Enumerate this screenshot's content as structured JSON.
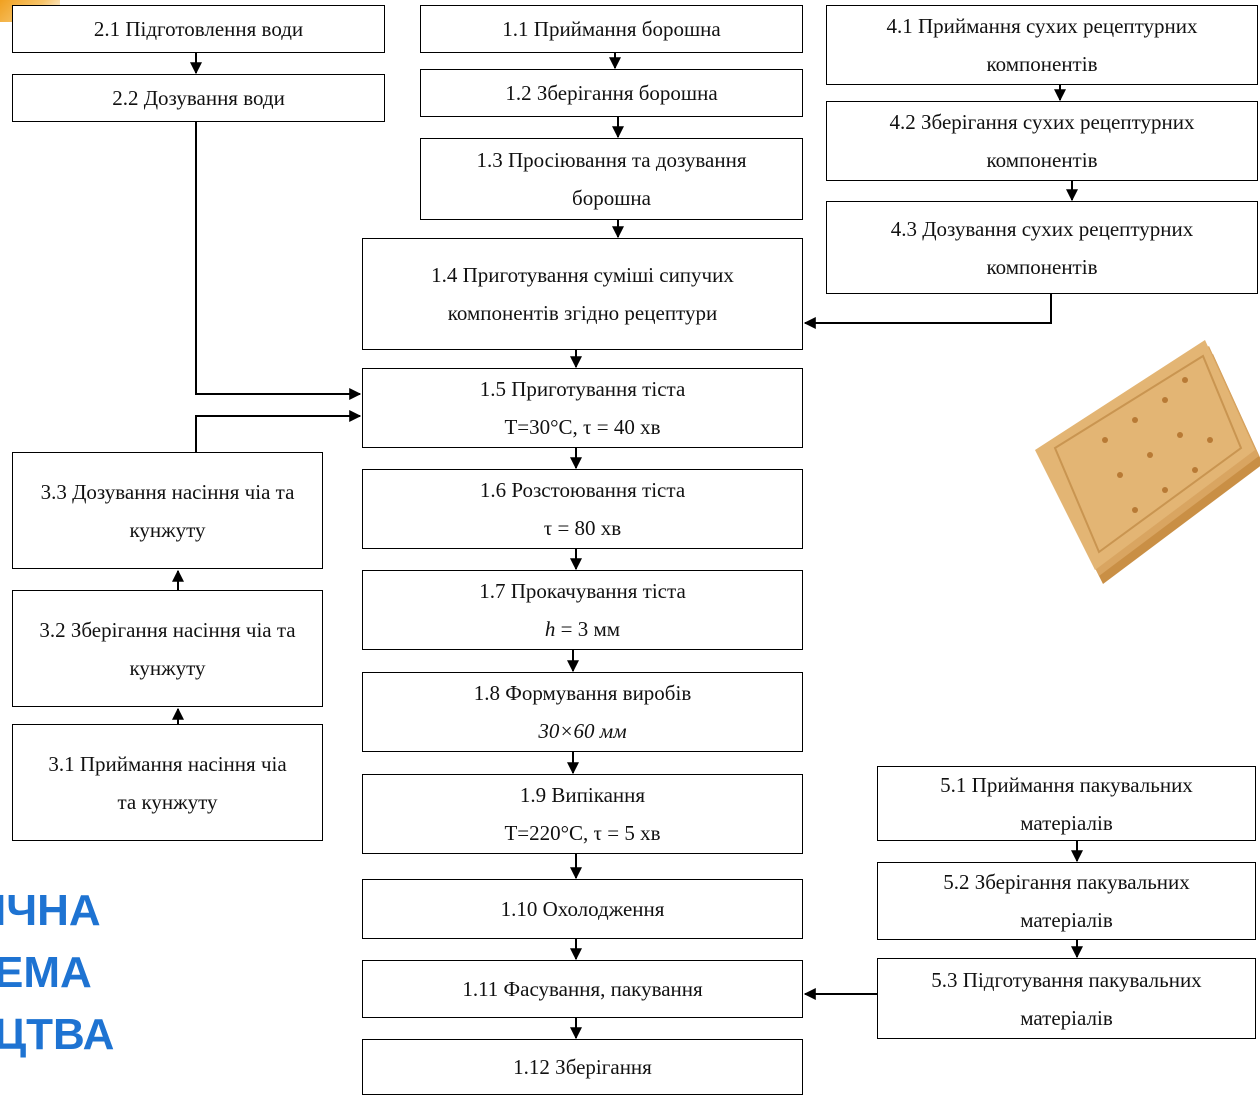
{
  "boxes": {
    "b2_1": "2.1 Підготовлення води",
    "b2_2": "2.2 Дозування води",
    "b1_1": "1.1 Приймання борошна",
    "b1_2": "1.2 Зберігання борошна",
    "b1_3": "1.3 Просіювання та дозування борошна",
    "b1_4": "1.4 Приготування суміші сипучих компонентів згідно рецептури",
    "b1_5": {
      "title": "1.5 Приготування тіста",
      "param": "T=30°C, τ = 40 хв"
    },
    "b1_6": {
      "title": "1.6 Розстоювання тіста",
      "param": "τ = 80 хв"
    },
    "b1_7": {
      "title": "1.7 Прокачування тіста",
      "param_var": "h",
      "param_rest": " = 3 мм"
    },
    "b1_8": {
      "title": "1.8 Формування виробів",
      "param": "30×60 мм"
    },
    "b1_9": {
      "title": "1.9 Випікання",
      "param": "T=220°C, τ = 5 хв"
    },
    "b1_10": "1.10 Охолодження",
    "b1_11": "1.11 Фасування, пакування",
    "b1_12": "1.12 Зберігання",
    "b3_1": "3.1 Приймання насіння чіа та кунжуту",
    "b3_2": "3.2 Зберігання насіння чіа та кунжуту",
    "b3_3": "3.3 Дозування насіння чіа та кунжуту",
    "b4_1": "4.1 Приймання сухих рецептурних компонентів",
    "b4_2": "4.2 Зберігання сухих рецептурних компонентів",
    "b4_3": "4.3 Дозування сухих рецептурних компонентів",
    "b5_1": "5.1 Приймання пакувальних матеріалів",
    "b5_2": "5.2 Зберігання пакувальних матеріалів",
    "b5_3": "5.3 Підготування пакувальних матеріалів"
  },
  "title_lines": [
    "ІЧНА",
    "ЕМА",
    "ЦТВА"
  ],
  "colors": {
    "title": "#1e73d2",
    "accent": "#f0a020",
    "cracker": "#d9a561"
  }
}
